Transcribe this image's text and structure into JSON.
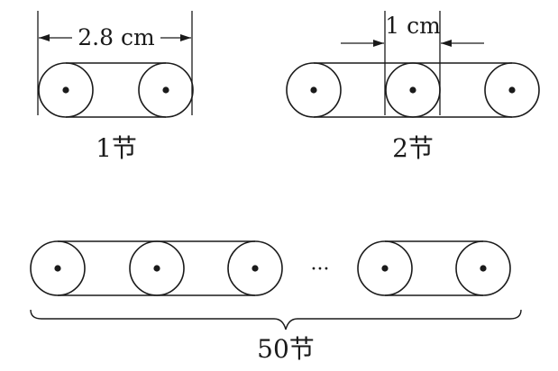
{
  "labels": {
    "width_measure": "2.8 cm",
    "gap_measure": "1 cm",
    "ellipsis": "···",
    "caption_one": "1节",
    "caption_two": "2节",
    "caption_fifty": "50节"
  },
  "colors": {
    "ink": "#1a1a1a",
    "background": "#ffffff"
  }
}
